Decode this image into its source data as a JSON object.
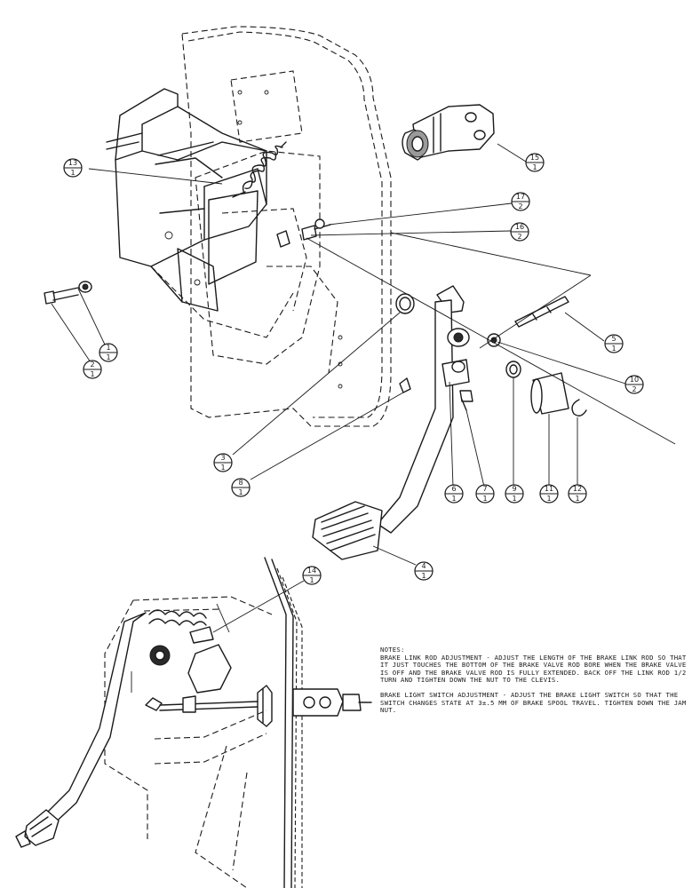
{
  "notes": {
    "heading": "NOTES:",
    "paragraphs": [
      "BRAKE LINK ROD ADJUSTMENT - ADJUST THE LENGTH OF THE BRAKE LINK ROD SO THAT IT JUST TOUCHES THE BOTTOM OF THE BRAKE VALVE ROD BORE WHEN THE BRAKE VALVE IS OFF AND THE BRAKE VALVE ROD IS FULLY EXTENDED. BACK OFF THE LINK ROD 1/2 TURN AND TIGHTEN DOWN THE NUT TO THE CLEVIS.",
      "BRAKE LIGHT SWITCH ADJUSTMENT - ADJUST THE BRAKE LIGHT SWITCH SO THAT THE SWITCH CHANGES STATE AT 3±.5 MM OF BRAKE SPOOL TRAVEL. TIGHTEN DOWN THE JAM NUT."
    ]
  },
  "callouts": [
    {
      "item": "13",
      "qty": "1"
    },
    {
      "item": "15",
      "qty": "1"
    },
    {
      "item": "17",
      "qty": "2"
    },
    {
      "item": "16",
      "qty": "2"
    },
    {
      "item": "5",
      "qty": "1"
    },
    {
      "item": "10",
      "qty": "2"
    },
    {
      "item": "1",
      "qty": "1"
    },
    {
      "item": "2",
      "qty": "1"
    },
    {
      "item": "3",
      "qty": "1"
    },
    {
      "item": "8",
      "qty": "1"
    },
    {
      "item": "6",
      "qty": "1"
    },
    {
      "item": "7",
      "qty": "1"
    },
    {
      "item": "9",
      "qty": "1"
    },
    {
      "item": "11",
      "qty": "1"
    },
    {
      "item": "12",
      "qty": "1"
    },
    {
      "item": "4",
      "qty": "1"
    },
    {
      "item": "14",
      "qty": "1"
    }
  ]
}
